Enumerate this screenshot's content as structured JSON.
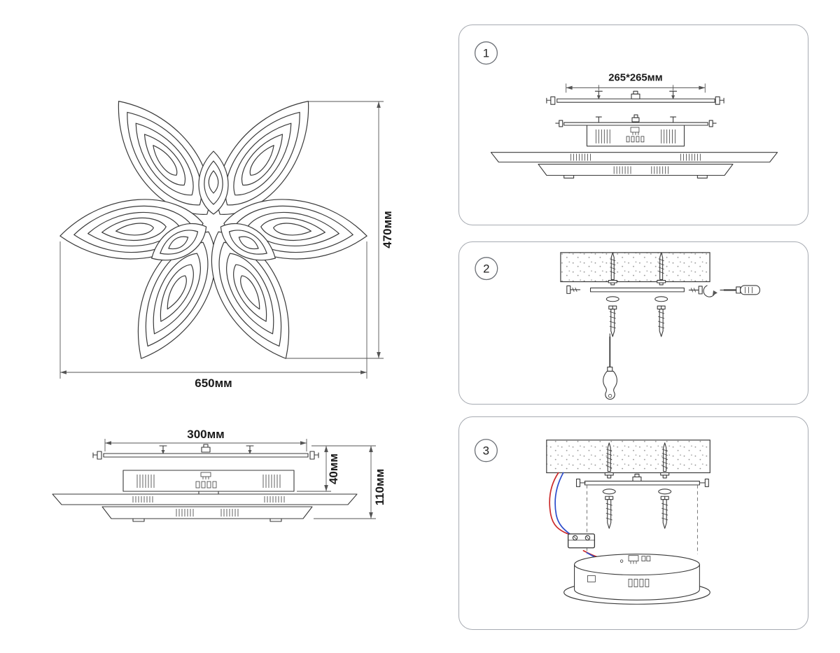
{
  "drawing": {
    "top_view": {
      "width_label": "650мм",
      "height_label": "470мм"
    },
    "side_view": {
      "width_label": "300мм",
      "upper_height_label": "40мм",
      "total_height_label": "110мм"
    }
  },
  "steps": [
    {
      "number": "1",
      "bracket_dimension_label": "265*265мм"
    },
    {
      "number": "2"
    },
    {
      "number": "3"
    }
  ],
  "colors": {
    "line": "#3a3a3a",
    "dimension": "#555555",
    "wire_red": "#cc2a2a",
    "wire_blue": "#2b4bcc",
    "panel_border": "#a7abb2"
  }
}
